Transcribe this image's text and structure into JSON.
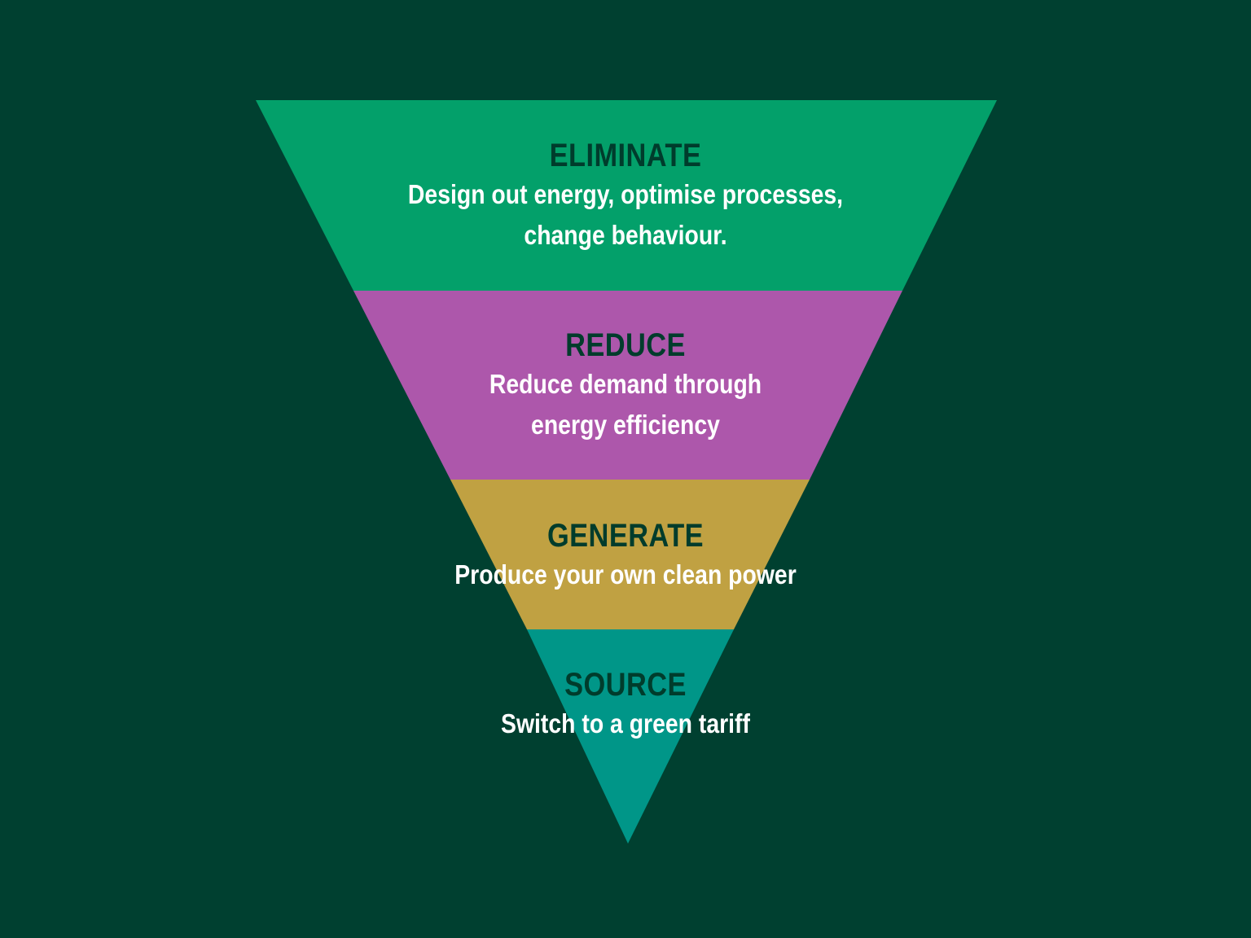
{
  "colors": {
    "background": "#004030",
    "title_text": "#003c2c",
    "desc_text": "#ffffff"
  },
  "tiers": [
    {
      "title": "ELIMINATE",
      "description": "Design out energy, optimise processes,\nchange behaviour.",
      "color": "#03a06a"
    },
    {
      "title": "REDUCE",
      "description": "Reduce demand through\nenergy efficiency",
      "color": "#ad57ab"
    },
    {
      "title": "GENERATE",
      "description": "Produce your own clean power",
      "color": "#c0a142"
    },
    {
      "title": "SOURCE",
      "description": "Switch to a green tariff",
      "color": "#009688"
    }
  ]
}
